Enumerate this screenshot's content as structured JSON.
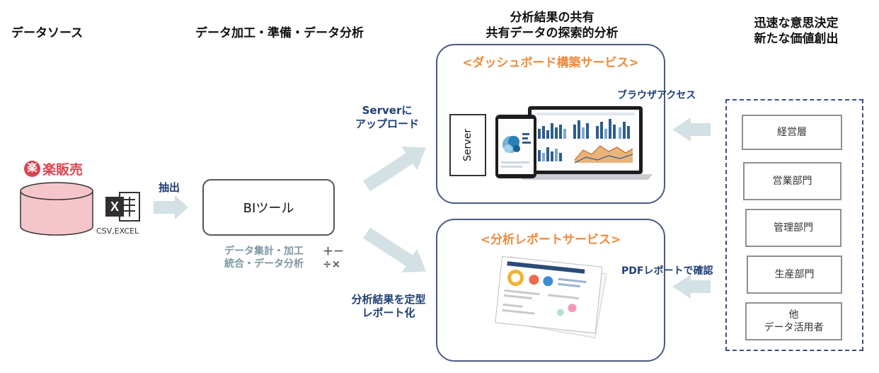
{
  "headers": {
    "data_source": "データソース",
    "processing": "データ加工・準備・データ分析",
    "sharing_line1": "分析結果の共有",
    "sharing_line2": "共有データの探索的分析",
    "decision_line1": "迅速な意思決定",
    "decision_line2": "新たな価値創出"
  },
  "source": {
    "brand_mark": "楽",
    "brand_name": "楽販売",
    "excel_label": "CSV,EXCEL"
  },
  "flow": {
    "extract": "抽出",
    "bi_tool": "BIツール",
    "bi_caption_line1": "データ集計・加工",
    "bi_caption_line2": "統合・データ分析",
    "math_ops_line1": "＋－",
    "math_ops_line2": "÷×",
    "upload_line1": "Serverに",
    "upload_line2": "アップロード",
    "report_line1": "分析結果を定型",
    "report_line2": "レポート化",
    "browser_access": "ブラウザアクセス",
    "pdf_check": "PDFレポートで確認"
  },
  "services": {
    "dashboard_title": "<ダッシュボード構築サービス>",
    "server_label": "Server",
    "report_title": "<分析レポートサービス>"
  },
  "users": [
    {
      "line1": "経営層",
      "line2": ""
    },
    {
      "line1": "営業部門",
      "line2": ""
    },
    {
      "line1": "管理部門",
      "line2": ""
    },
    {
      "line1": "生産部門",
      "line2": ""
    },
    {
      "line1": "他",
      "line2": "データ活用者"
    }
  ],
  "colors": {
    "arrow": "#d3e1e5",
    "service_border": "#4c5a86",
    "accent_orange": "#ef8a3c",
    "text_blue": "#1f3f73",
    "db_fill": "#f4c6cc",
    "brand_red": "#d9434f"
  }
}
